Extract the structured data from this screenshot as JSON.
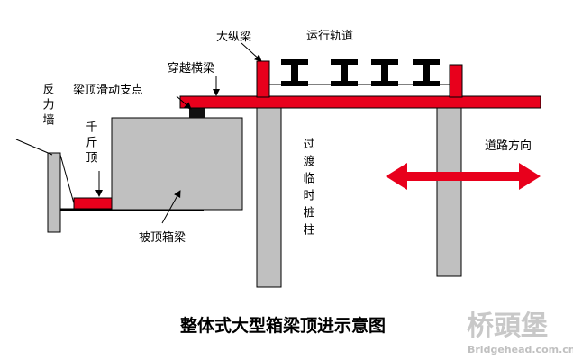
{
  "labels": {
    "reaction_wall": "反力墙",
    "jack": "千斤顶",
    "beam_top_slide_support": "梁顶滑动支点",
    "cross_beam": "穿越横梁",
    "main_longitudinal_beam": "大纵梁",
    "running_track": "运行轨道",
    "transition_piles": "过渡临时桩柱",
    "road_direction": "道路方向",
    "jacked_box_girder": "被顶箱梁"
  },
  "title": "整体式大型箱梁顶进示意图",
  "watermark": {
    "text_cn": "桥頭堡",
    "text_en": "Bridgehead.com.cn"
  },
  "colors": {
    "red": "#e8001c",
    "gray": "#c0c0c0",
    "outline": "#000000"
  }
}
